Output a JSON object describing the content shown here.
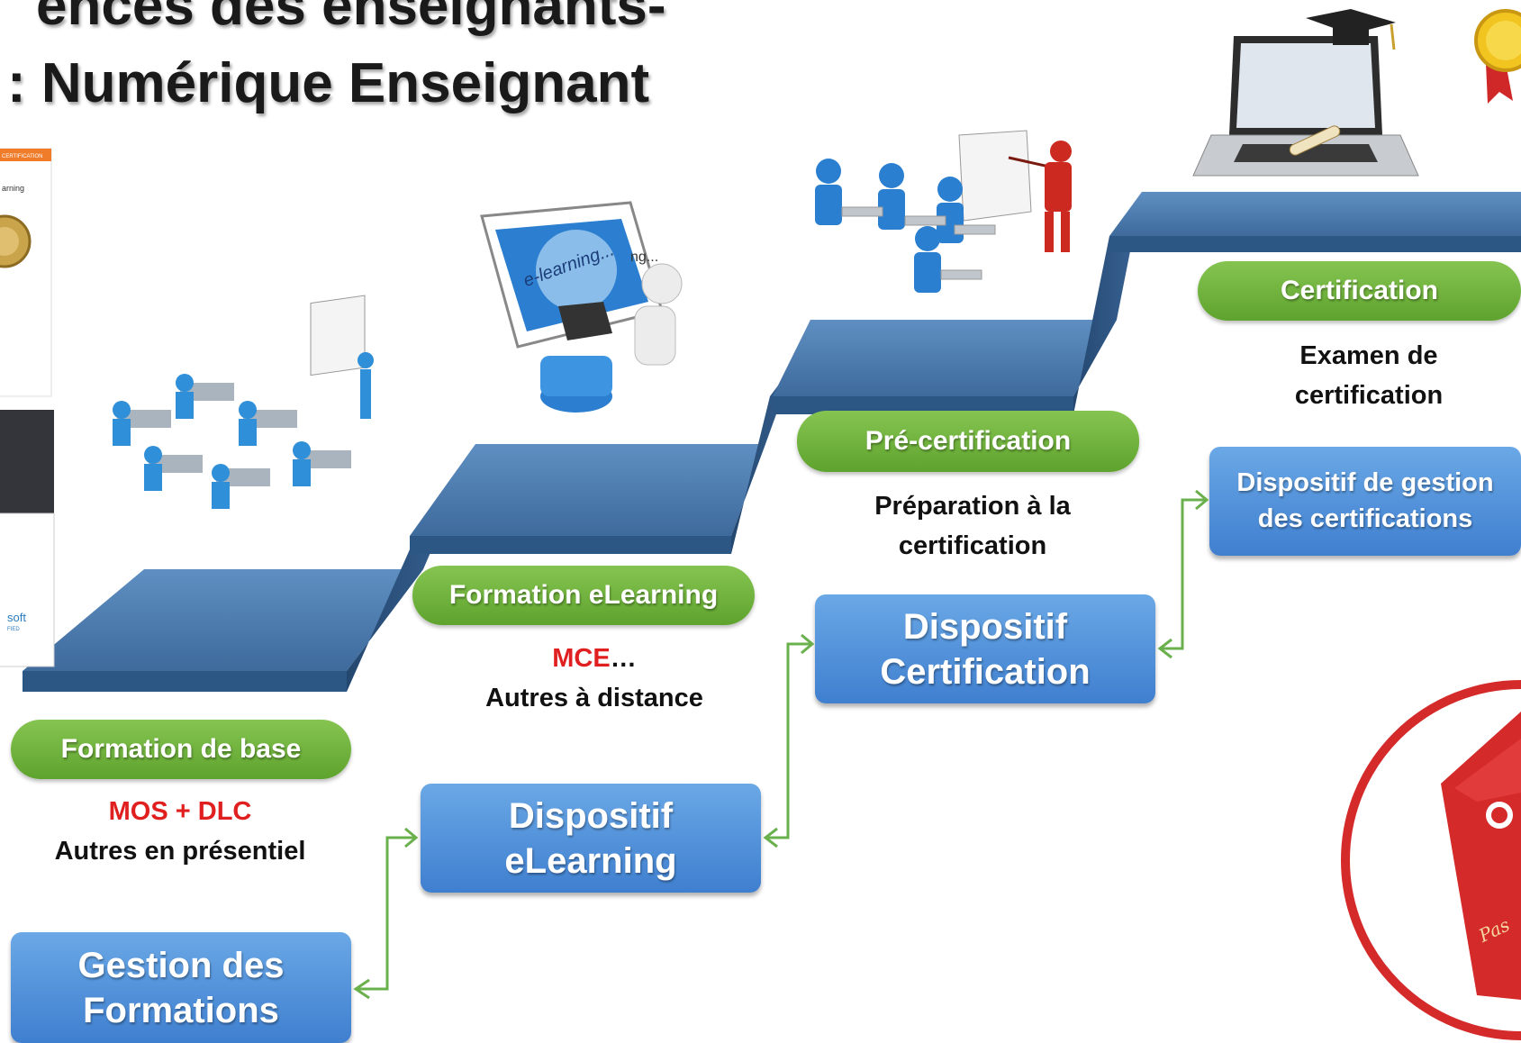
{
  "title": {
    "line1": "ences des enseignants-",
    "line2": ": Numérique Enseignant"
  },
  "steps": [
    {
      "id": "base",
      "label": "Formation de base",
      "highlight": "MOS + DLC",
      "desc": "Autres en présentiel",
      "dispositif": [
        "Gestion des",
        "Formations"
      ]
    },
    {
      "id": "elearning",
      "label": "Formation eLearning",
      "highlight": "MCE",
      "highlight_suffix": "…",
      "desc": "Autres à distance",
      "dispositif": [
        "Dispositif",
        "eLearning"
      ]
    },
    {
      "id": "precert",
      "label": "Pré-certification",
      "desc_lines": [
        "Préparation à la",
        "certification"
      ],
      "dispositif": [
        "Dispositif",
        "Certification"
      ]
    },
    {
      "id": "cert",
      "label": "Certification",
      "desc_lines": [
        "Examen de",
        "certification"
      ],
      "dispositif": [
        "Dispositif de gestion",
        "des certifications"
      ]
    }
  ],
  "illustrations": {
    "cert_card_text": "CERTIFICATION",
    "cert_card_sub": "arning",
    "ms_logo_text": "soft",
    "ms_logo_sub": "FIED",
    "elearning_screen": "e-learning...",
    "elearning_screen_2": "ng...",
    "passport_text": "Pas"
  },
  "colors": {
    "stair_top": "#4d7cb0",
    "stair_side": "#2e5580",
    "pill_green": "#6ab33a",
    "box_blue": "#4f8fdb",
    "connector_green": "#6ab04c",
    "highlight_red": "#e02020"
  }
}
